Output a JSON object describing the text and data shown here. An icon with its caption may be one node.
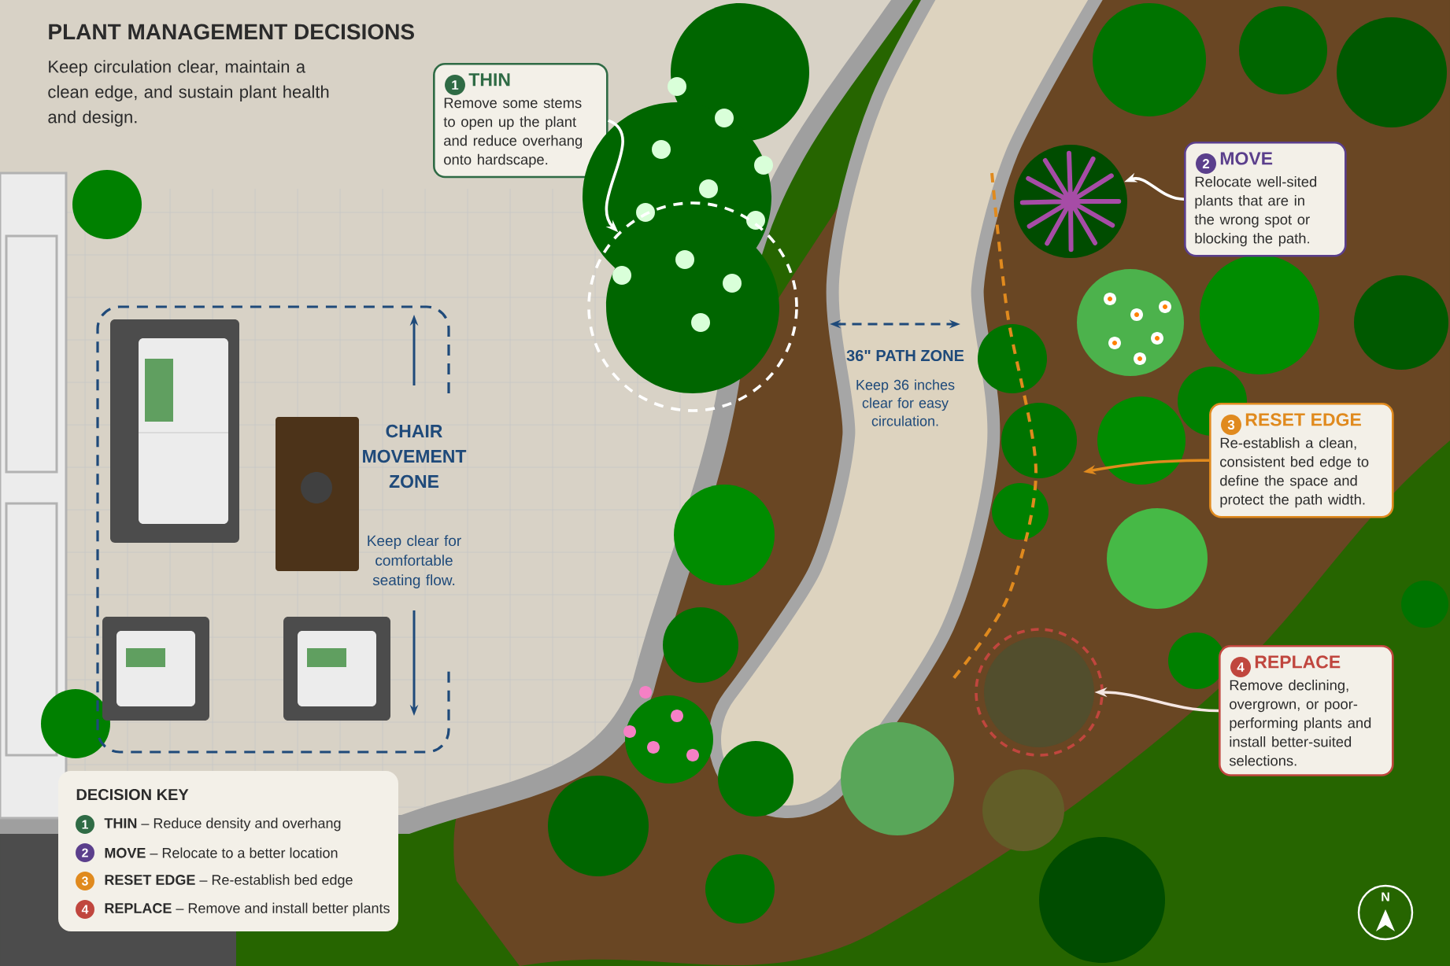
{
  "diagram": {
    "title": "PLANT MANAGEMENT DECISIONS",
    "nodes": [
      {
        "text": [
          "1",
          "THIN",
          "Remove some stems to open up the plant and reduce overhang onto hardscape."
        ]
      },
      {
        "text": [],
        "shape": "picture"
      },
      {
        "text": [
          "2",
          "MOVE",
          "Relocate well-sited plants that are in the wrong spot or blocking the path."
        ]
      },
      {
        "text": [],
        "shape": "picture"
      },
      {
        "text": [
          "3",
          "RESET EDGE",
          "Re-establish a clean, consistent bed edge to define the space and protect the path width."
        ]
      },
      {
        "text": [
          "4",
          "REPLACE",
          "Remove declining, overgrown, or poor-performing plants and install better-suited selections."
        ]
      },
      {
        "text": [],
        "shape": "picture"
      }
    ],
    "edges": [
      {
        "from": 0,
        "to": 1,
        "arrow": "to",
        "color": "#ffffff"
      },
      {
        "from": 2,
        "to": 3,
        "arrow": "to",
        "color": "#ffffff"
      },
      {
        "from": 4,
        "to": null,
        "arrow": "to",
        "color": "#e08a1e"
      },
      {
        "from": 5,
        "to": 6,
        "arrow": "to",
        "color": "#f4e6e2"
      }
    ],
    "labels": [
      "Keep circulation clear, maintain a clean edge, and sustain plant health and design.",
      "CHAIR MOVEMENT ZONE",
      "Keep clear for comfortable seating flow.",
      "36\" PATH ZONE",
      "Keep 36 inches clear for easy circulation.",
      "DECISION KEY",
      "1",
      "2",
      "3",
      "4",
      "N"
    ],
    "legend": [
      {
        "text": "**THIN** – Reduce density and overhang",
        "color": "#2f6b45"
      },
      {
        "text": "**MOVE** – Relocate to a better location",
        "color": "#5b3f8c"
      },
      {
        "text": "**RESET EDGE** – Re-establish bed edge",
        "color": "#e08a1e"
      },
      {
        "text": "**REPLACE** – Remove and install better plants",
        "color": "#c0463e"
      }
    ]
  }
}
